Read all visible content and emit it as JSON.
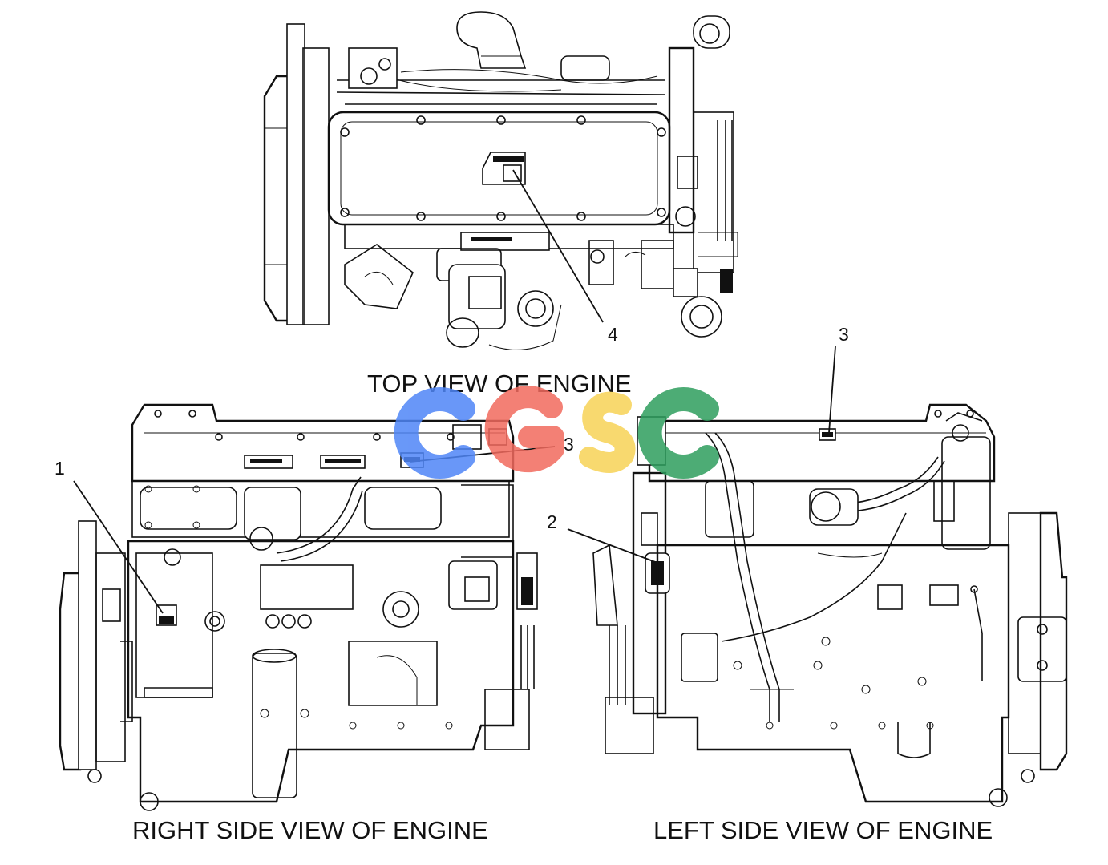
{
  "captions": {
    "top": "TOP VIEW OF ENGINE",
    "right": "RIGHT SIDE VIEW OF ENGINE",
    "left": "LEFT SIDE VIEW OF ENGINE"
  },
  "callouts": [
    {
      "id": "callout-1",
      "label": "1"
    },
    {
      "id": "callout-2",
      "label": "2"
    },
    {
      "id": "callout-3a",
      "label": "3"
    },
    {
      "id": "callout-3b",
      "label": "3"
    },
    {
      "id": "callout-4",
      "label": "4"
    }
  ],
  "watermark": {
    "text": "CGSC",
    "colors": [
      "#4f86f7",
      "#f26a5e",
      "#f7d357",
      "#2e9e5e"
    ]
  }
}
